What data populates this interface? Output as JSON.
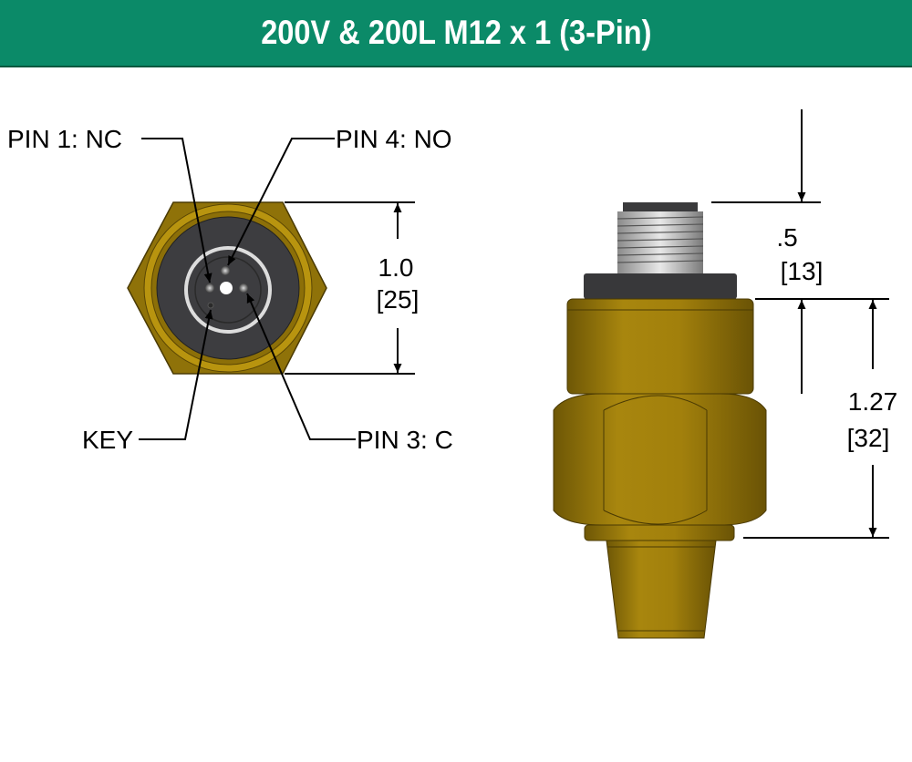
{
  "title": "200V & 200L M12 x 1 (3-Pin)",
  "front_view": {
    "labels": {
      "pin1": "PIN 1: NC",
      "pin4": "PIN 4: NO",
      "key": "KEY",
      "pin3": "PIN 3: C"
    },
    "dimension": {
      "inch": "1.0",
      "mm": "[25]"
    }
  },
  "side_view": {
    "dimension_top": {
      "inch": ".5",
      "mm": "[13]"
    },
    "dimension_body": {
      "inch": "1.27",
      "mm": "[32]"
    }
  },
  "colors": {
    "header": "#0b8a68",
    "brass": "#a8860e",
    "dark": "#3a3a3c"
  }
}
